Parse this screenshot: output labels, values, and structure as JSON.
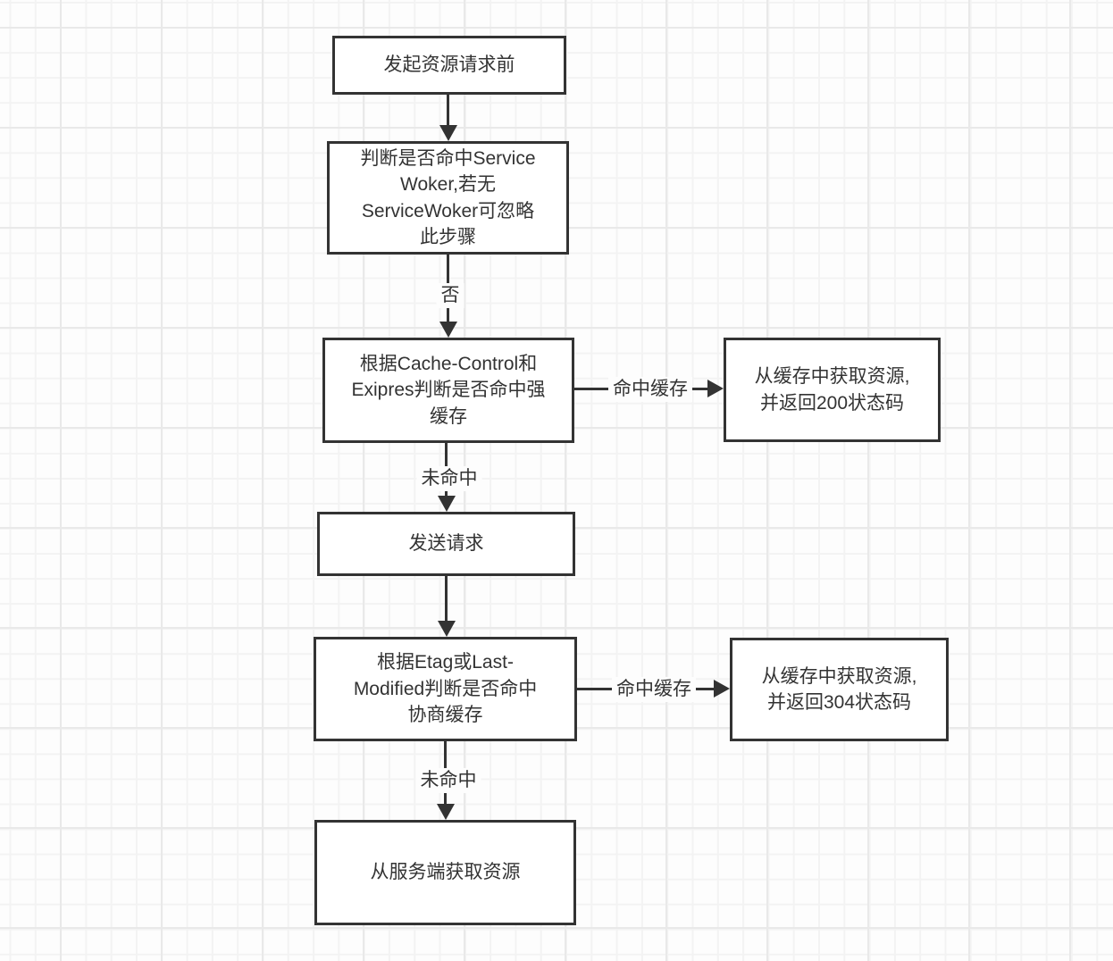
{
  "canvas": {
    "background": "#fdfdfd",
    "grid_minor_color": "#f3f3f3",
    "grid_major_color": "#e9e9e9",
    "stroke_color": "#333333",
    "text_color": "#333333",
    "node_fill": "#ffffff"
  },
  "nodes": {
    "start": {
      "label": "发起资源请求前"
    },
    "service_worker_check": {
      "label": "判断是否命中Service\nWoker,若无\nServiceWoker可忽略\n此步骤"
    },
    "strong_cache_check": {
      "label": "根据Cache-Control和\nExipres判断是否命中强\n缓存"
    },
    "cache_hit_200": {
      "label": "从缓存中获取资源,\n并返回200状态码"
    },
    "send_request": {
      "label": "发送请求"
    },
    "negotiation_cache_check": {
      "label": "根据Etag或Last-\nModified判断是否命中\n协商缓存"
    },
    "cache_hit_304": {
      "label": "从缓存中获取资源,\n并返回304状态码"
    },
    "fetch_from_server": {
      "label": "从服务端获取资源"
    }
  },
  "edge_labels": {
    "no": "否",
    "strong_miss": "未命中",
    "strong_hit": "命中缓存",
    "negotiation_miss": "未命中",
    "negotiation_hit": "命中缓存"
  }
}
